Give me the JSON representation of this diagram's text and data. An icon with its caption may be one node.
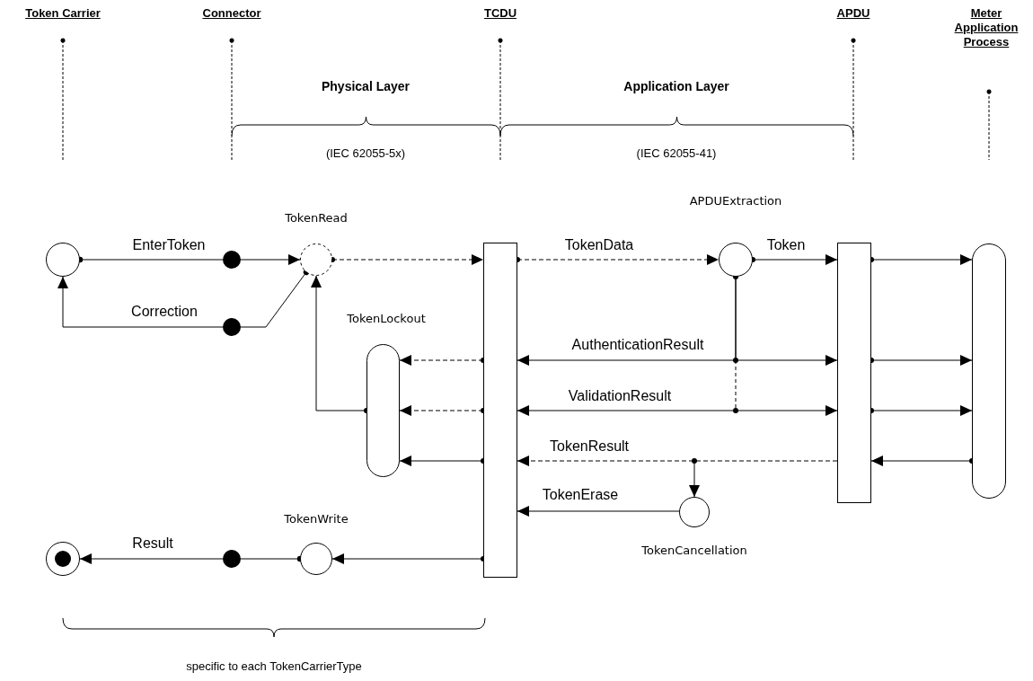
{
  "diagram": {
    "nodes": [
      {
        "text": [],
        "shape": "circle"
      },
      {
        "text": [],
        "shape": "circle"
      },
      {
        "text": [
          "TokenRead"
        ]
      },
      {
        "text": [],
        "shape": "circle"
      },
      {
        "text": [],
        "shape": "bar"
      },
      {
        "text": [
          "APDUExtraction"
        ]
      },
      {
        "text": [],
        "shape": "bar"
      },
      {
        "text": [],
        "shape": "bar"
      },
      {
        "text": [
          "TokenLockout"
        ]
      },
      {
        "text": [
          "TokenCancellation"
        ]
      },
      {
        "text": [
          "TokenWrite"
        ]
      },
      {
        "text": [],
        "shape": "circle"
      },
      {
        "text": [],
        "shape": "circle"
      }
    ],
    "edges": [
      {
        "from": 0,
        "to": 1,
        "arrow": "other",
        "label": "EnterToken"
      },
      {
        "from": 1,
        "to": 2,
        "arrow": "to"
      },
      {
        "from": 2,
        "to": 3,
        "arrow": "other"
      },
      {
        "from": 3,
        "to": 0,
        "arrow": "to",
        "label": "Correction"
      },
      {
        "from": 2,
        "to": 4,
        "arrow": "to",
        "style": "dashed"
      },
      {
        "from": 4,
        "to": 5,
        "arrow": "to",
        "style": "dashed",
        "label": "TokenData"
      },
      {
        "from": 5,
        "to": 6,
        "arrow": "to",
        "label": "Token"
      },
      {
        "from": 6,
        "to": 7,
        "arrow": "to"
      },
      {
        "from": 5,
        "to": 4,
        "arrow": "to",
        "label": "AuthenticationResult"
      },
      {
        "from": 5,
        "to": 6,
        "arrow": "to"
      },
      {
        "from": 6,
        "to": 7,
        "arrow": "to"
      },
      {
        "from": 4,
        "to": 8,
        "arrow": "to",
        "style": "dashed"
      },
      {
        "from": null,
        "to": 4,
        "arrow": "to",
        "label": "ValidationResult"
      },
      {
        "from": null,
        "to": 6,
        "arrow": "to"
      },
      {
        "from": 6,
        "to": 7,
        "arrow": "to"
      },
      {
        "from": 4,
        "to": 8,
        "arrow": "to",
        "style": "dashed"
      },
      {
        "from": 8,
        "to": 2,
        "arrow": "to"
      },
      {
        "from": 7,
        "to": 6,
        "arrow": "to"
      },
      {
        "from": 6,
        "to": 4,
        "arrow": "to",
        "style": "dashed",
        "label": "TokenResult"
      },
      {
        "from": null,
        "to": 9,
        "arrow": "to"
      },
      {
        "from": 4,
        "to": 8,
        "arrow": "to"
      },
      {
        "from": 9,
        "to": 4,
        "arrow": "to",
        "label": "TokenErase"
      },
      {
        "from": 4,
        "to": 10,
        "arrow": "to"
      },
      {
        "from": 10,
        "to": 11,
        "arrow": "other"
      },
      {
        "from": 11,
        "to": 12,
        "arrow": "to",
        "label": "Result"
      }
    ],
    "labels": [
      "Token Carrier",
      "Connector",
      "TCDU",
      "APDU",
      "Meter Application Process",
      "Physical Layer",
      "(IEC 62055-5x)",
      "Application Layer",
      "(IEC 62055-41)",
      "specific to each TokenCarrierType"
    ]
  }
}
